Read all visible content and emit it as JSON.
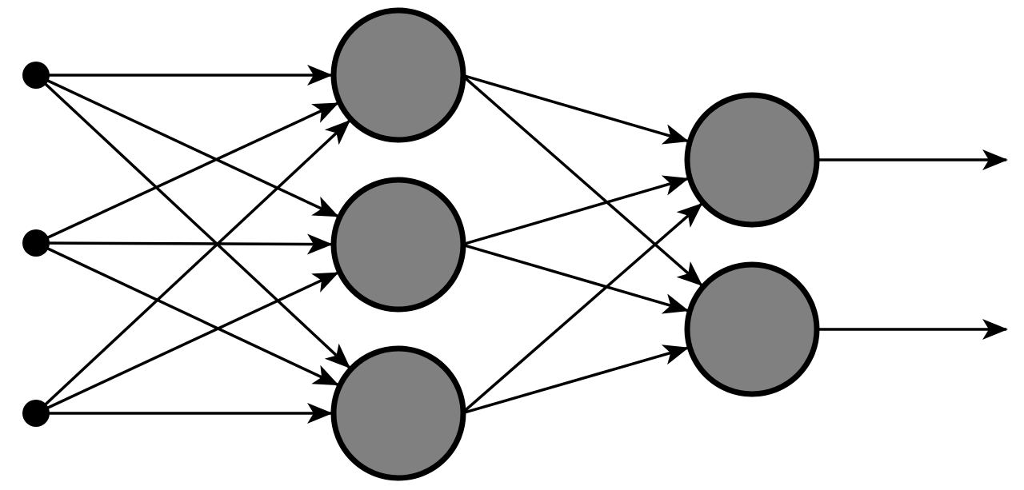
{
  "diagram": {
    "colors": {
      "background": "#ffffff",
      "stroke": "#000000",
      "neuron_fill": "#808080",
      "input_fill": "#000000"
    },
    "layers": [
      {
        "id": "input",
        "kind": "input",
        "count": 3
      },
      {
        "id": "hidden",
        "kind": "neuron",
        "count": 3
      },
      {
        "id": "output",
        "kind": "neuron",
        "count": 2
      }
    ],
    "connections": "fully-connected",
    "output_arrows": 2
  }
}
